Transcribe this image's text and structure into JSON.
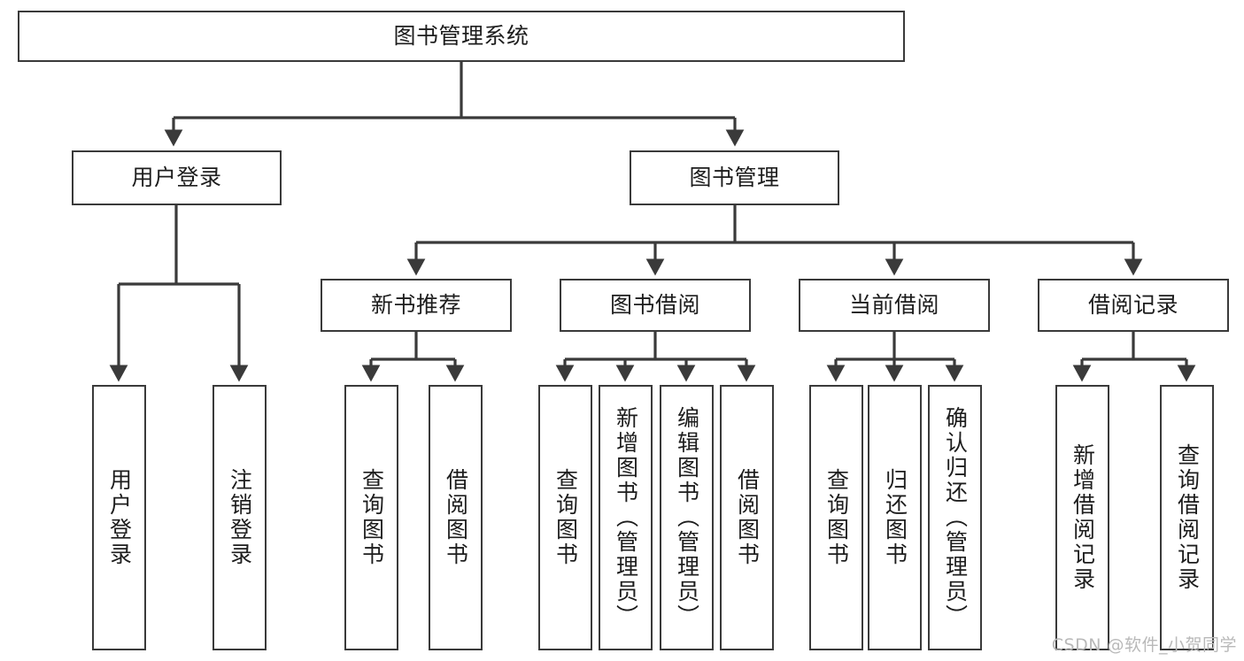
{
  "diagram": {
    "title": "图书管理系统",
    "type": "tree-hierarchy",
    "line_color": "#3a3a3a",
    "box_fill": "#ffffff",
    "text_color": "#1d1d1d",
    "root": {
      "id": "root",
      "label": "图书管理系统"
    },
    "level2": [
      {
        "id": "user-login",
        "label": "用户登录"
      },
      {
        "id": "book-manage",
        "label": "图书管理"
      }
    ],
    "level3": [
      {
        "id": "new-book-rec",
        "label": "新书推荐"
      },
      {
        "id": "book-borrow",
        "label": "图书借阅"
      },
      {
        "id": "current-borrow",
        "label": "当前借阅"
      },
      {
        "id": "borrow-record",
        "label": "借阅记录"
      }
    ],
    "leaves": {
      "user_login": [
        {
          "id": "leaf-user-login",
          "label": "用户登录"
        },
        {
          "id": "leaf-logout-login",
          "label": "注销登录"
        }
      ],
      "new_book_rec": [
        {
          "id": "leaf-query-book-1",
          "label": "查询图书"
        },
        {
          "id": "leaf-borrow-book-1",
          "label": "借阅图书"
        }
      ],
      "book_borrow": [
        {
          "id": "leaf-query-book-2",
          "label": "查询图书"
        },
        {
          "id": "leaf-add-book",
          "label": "新增图书（管理员）"
        },
        {
          "id": "leaf-edit-book",
          "label": "编辑图书（管理员）"
        },
        {
          "id": "leaf-borrow-book-2",
          "label": "借阅图书"
        }
      ],
      "current_borrow": [
        {
          "id": "leaf-query-book-3",
          "label": "查询图书"
        },
        {
          "id": "leaf-return-book",
          "label": "归还图书"
        },
        {
          "id": "leaf-confirm-return",
          "label": "确认归还（管理员）"
        }
      ],
      "borrow_record": [
        {
          "id": "leaf-add-record",
          "label": "新增借阅记录"
        },
        {
          "id": "leaf-query-record",
          "label": "查询借阅记录"
        }
      ]
    }
  },
  "watermark": {
    "text": "CSDN @软件_小贺同学"
  }
}
